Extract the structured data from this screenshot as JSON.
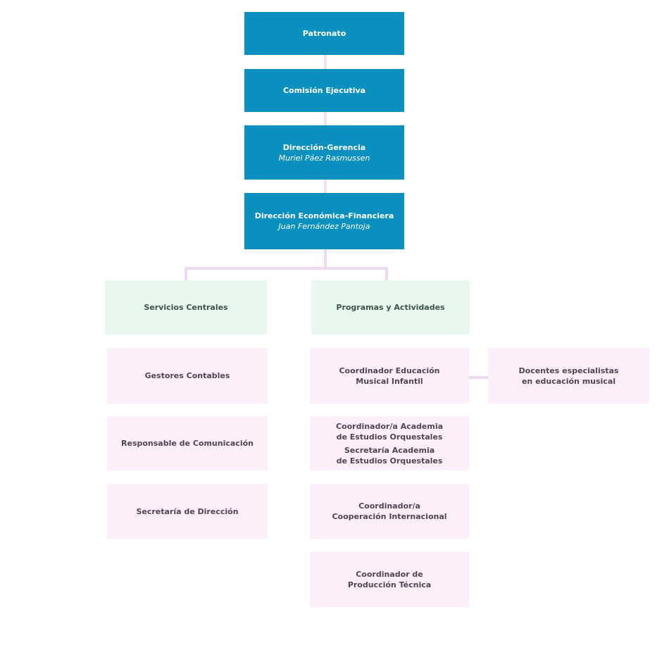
{
  "diagram_type": "organizational-chart",
  "palette": {
    "executive_fill": "#0a90bf",
    "executive_text": "#ffffff",
    "division_fill": "#e9f8ef",
    "division_text": "#3b5548",
    "unit_fill": "#fdeffa",
    "unit_text": "#4f4550",
    "connector_line": "#eed9f1"
  },
  "org": {
    "patronato": {
      "label": "Patronato"
    },
    "comision_ejecutiva": {
      "label": "Comisión Ejecutiva"
    },
    "direccion_gerencia": {
      "label": "Dirección-Gerencia",
      "person": "Muriel Páez Rasmussen"
    },
    "direccion_economica_financiera": {
      "label": "Dirección Económica-Financiera",
      "person": "Juan Fernández Pantoja"
    },
    "servicios_centrales": {
      "label": "Servicios Centrales"
    },
    "programas_actividades": {
      "label": "Programas y Actividades"
    },
    "gestores_contables": {
      "label": "Gestores Contables"
    },
    "responsable_comunicacion": {
      "label": "Responsable de Comunicación"
    },
    "secretaria_direccion": {
      "label": "Secretaría de Dirección"
    },
    "coordinador_educacion_musical": {
      "label": "Coordinador Educación\nMusical Infantil"
    },
    "docentes_especialistas": {
      "label": "Docentes especialistas\nen educación musical"
    },
    "academia_estudios_orquestales": {
      "coordinador": "Coordinador/a Academia\nde Estudios Orquestales",
      "secretaria": "Secretaría Academia\nde Estudios Orquestales"
    },
    "cooperacion_internacional": {
      "label": "Coordinador/a\nCooperación Internacional"
    },
    "produccion_tecnica": {
      "label": "Coordinador de\nProducción Técnica"
    }
  }
}
